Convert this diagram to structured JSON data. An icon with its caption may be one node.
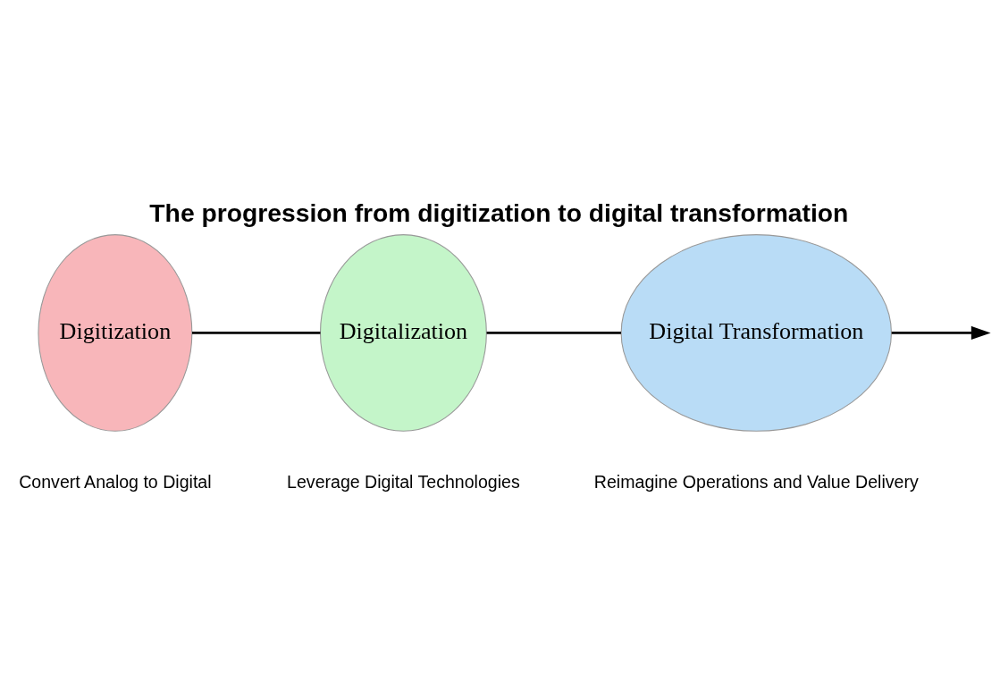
{
  "diagram": {
    "title": "The progression from digitization to digital transformation",
    "nodes": [
      {
        "text": [
          "Digitization"
        ],
        "beside": [
          "Convert Analog to Digital"
        ]
      },
      {
        "text": [
          "Digitalization"
        ],
        "beside": [
          "Leverage Digital Technologies"
        ]
      },
      {
        "text": [
          "Digital Transformation"
        ],
        "beside": [
          "Reimagine Operations and Value Delivery"
        ]
      }
    ],
    "edges": [
      {
        "from": 0,
        "to": 1,
        "arrow": "none"
      },
      {
        "from": 1,
        "to": 2,
        "arrow": "none"
      },
      {
        "from": 2,
        "to": null,
        "arrow": "to"
      }
    ]
  }
}
